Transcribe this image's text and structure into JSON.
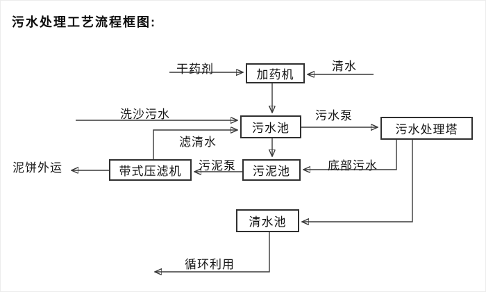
{
  "title": "污水处理工艺流程框图:",
  "colors": {
    "line": "#383838",
    "text": "#141414",
    "background": "#ffffff"
  },
  "nodes": {
    "dosing_machine": "加药机",
    "sewage_pool": "污水池",
    "sewage_treatment_tower": "污水处理塔",
    "sludge_pool": "污泥池",
    "belt_filter_press": "带式压滤机",
    "clear_water_pool": "清水池"
  },
  "flow_labels": {
    "dry_agent": "干药剂",
    "clear_water": "清水",
    "sand_washing_sewage": "洗沙污水",
    "sewage_pump": "污水泵",
    "filtered_water": "滤清水",
    "sludge_pump": "污泥泵",
    "bottom_sewage": "底部污水",
    "mud_cake_out": "泥饼外运",
    "recycling": "循环利用"
  }
}
